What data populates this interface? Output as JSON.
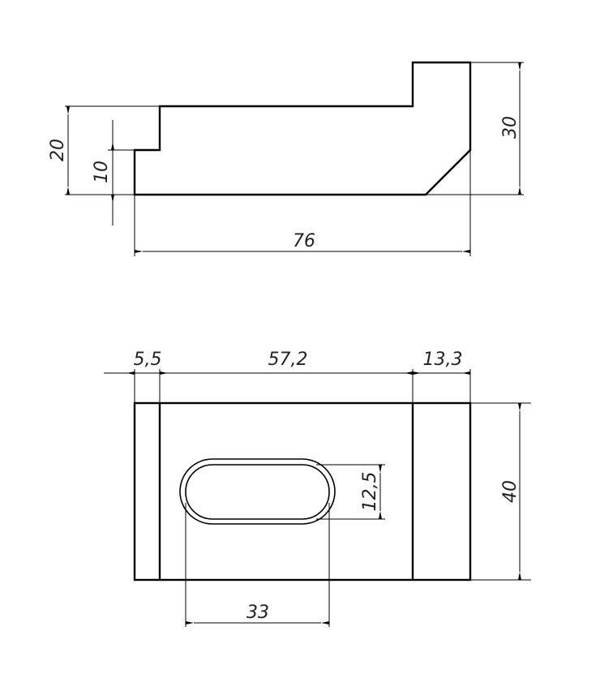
{
  "drawing": {
    "front_view": {
      "dimensions": {
        "height_left": "20",
        "step_height": "10",
        "height_right": "30",
        "length": "76"
      }
    },
    "top_view": {
      "dimensions": {
        "left_band": "5,5",
        "middle_band": "57,2",
        "right_band": "13,3",
        "width": "40",
        "slot_width": "12,5",
        "slot_length": "33"
      }
    }
  }
}
